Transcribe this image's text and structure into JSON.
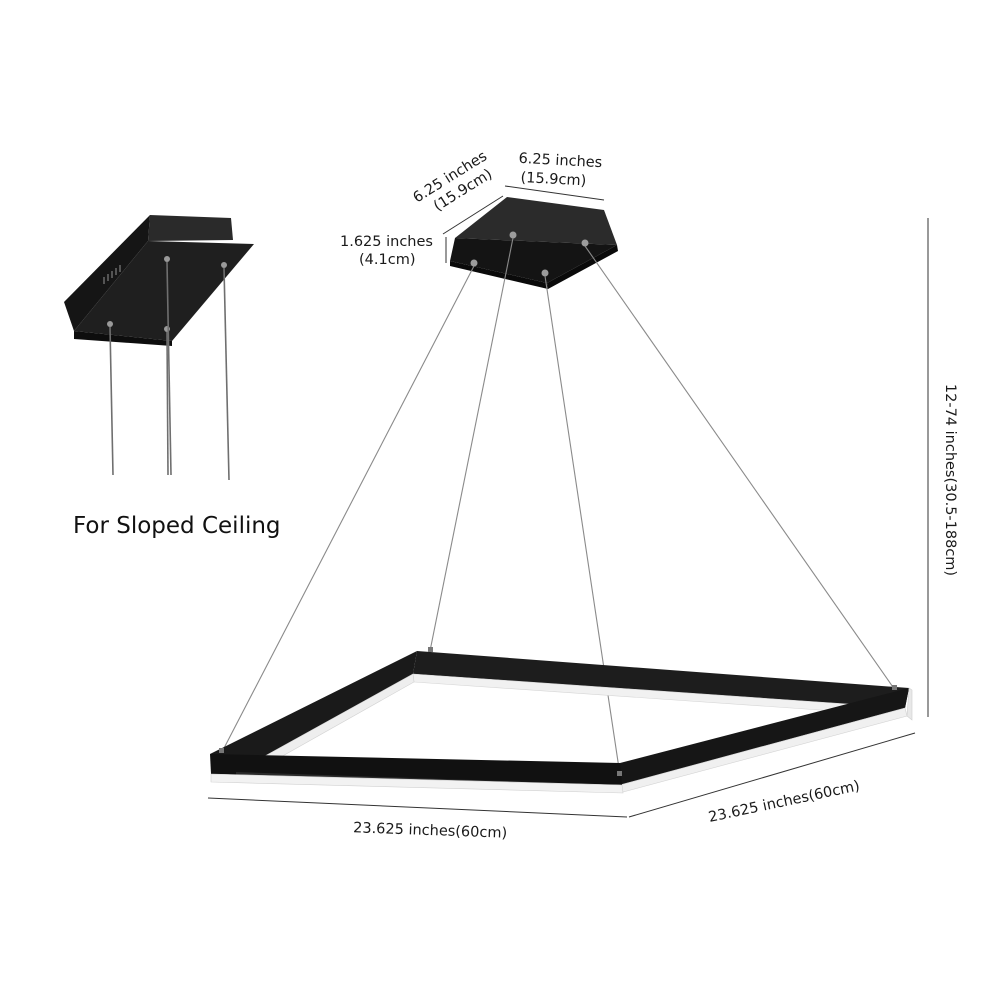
{
  "canopy_width": {
    "inches": "6.25 inches",
    "cm": "(15.9cm)"
  },
  "canopy_depth": {
    "inches": "6.25 inches",
    "cm": "(15.9cm)"
  },
  "canopy_height": {
    "inches": "1.625 inches",
    "cm": "(4.1cm)"
  },
  "drop_length": "12-74 inches(30.5-188cm)",
  "frame_front": "23.625 inches(60cm)",
  "frame_side": "23.625 inches(60cm)",
  "sloped_caption": "For Sloped Ceiling",
  "colors": {
    "fixture": "#1c1c1c",
    "diffuser": "#f2f2f2",
    "wire": "#8a8a8a"
  }
}
